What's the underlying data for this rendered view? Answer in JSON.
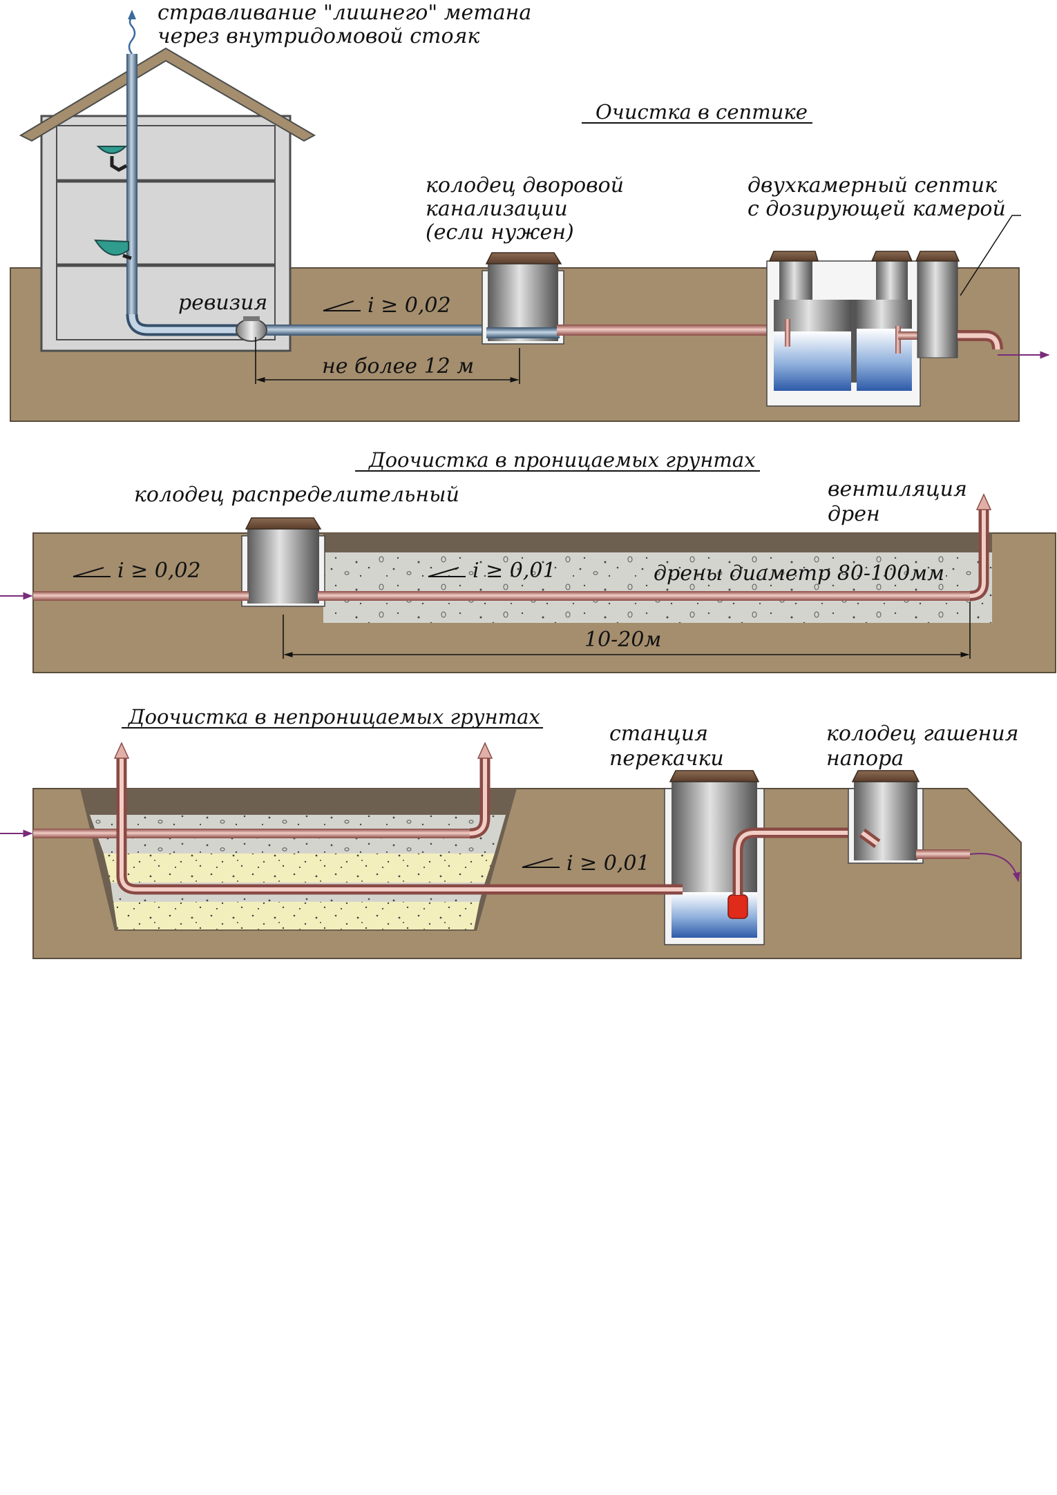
{
  "palette": {
    "soil": "#a48e6e",
    "soil_dark": "#6e6050",
    "house_wall": "#d6d6d6",
    "house_line": "#4d4d4d",
    "pipe_sewer": "#d8a8a0",
    "pipe_riser": "#8aa8c4",
    "water": "#3a66b0",
    "gravel": "#d4d4cf",
    "sand": "#f3efbc",
    "flow_arrow": "#7a2b7a",
    "pump": "#e02a1a"
  },
  "section1": {
    "methane_vent_note": {
      "line1": "стравливание \"лишнего\" метана",
      "line2": "через внутридомовой стояк"
    },
    "title": "Очистка в септике",
    "yard_well": {
      "line1": "колодец дворовой",
      "line2": "канализации",
      "line3": "(если нужен)"
    },
    "septic": {
      "line1": "двухкамерный септик",
      "line2": "с дозирующей камерой"
    },
    "revision": "ревизия",
    "slope_label": "i ≥ 0,02",
    "distance": "не более 12 м"
  },
  "section2": {
    "title": "Доочистка в проницаемых грунтах",
    "distribution_well": "колодец распределительный",
    "ventilation": {
      "line1": "вентиляция",
      "line2": "дрен"
    },
    "slope_in": "i ≥ 0,02",
    "slope_drain": "i ≥ 0,01",
    "drains": "дрены диаметр 80-100мм",
    "distance": "10-20м"
  },
  "section3": {
    "title": "Доочистка в непроницаемых грунтах",
    "pump_station": {
      "line1": "станция",
      "line2": "перекачки"
    },
    "pressure_well": {
      "line1": "колодец гашения",
      "line2": "напора"
    },
    "slope": "i ≥ 0,01"
  },
  "icons": [
    "flow-arrow-icon",
    "slope-mark-icon",
    "vent-cap-icon",
    "sink-icon",
    "pump-icon"
  ]
}
